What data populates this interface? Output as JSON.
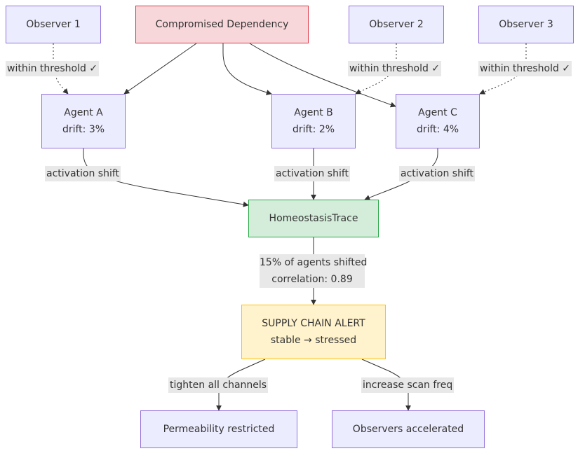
{
  "nodes": {
    "observer1": "Observer 1",
    "observer2": "Observer 2",
    "observer3": "Observer 3",
    "dependency": "Compromised Dependency",
    "agentA": {
      "name": "Agent A",
      "drift": "drift: 3%"
    },
    "agentB": {
      "name": "Agent B",
      "drift": "drift: 2%"
    },
    "agentC": {
      "name": "Agent C",
      "drift": "drift: 4%"
    },
    "trace": "HomeostasisTrace",
    "alert": {
      "line1": "SUPPLY CHAIN ALERT",
      "line2": "stable → stressed"
    },
    "permeability": "Permeability restricted",
    "observers_acc": "Observers accelerated"
  },
  "edge_labels": {
    "obs1": "within threshold ✓",
    "obs2": "within threshold ✓",
    "obs3": "within threshold ✓",
    "actA": "activation shift",
    "actB": "activation shift",
    "actC": "activation shift",
    "trace_line1": "15% of agents shifted",
    "trace_line2": "correlation: 0.89",
    "tighten": "tighten all channels",
    "scan": "increase scan freq"
  },
  "colors": {
    "default_fill": "#ECECFF",
    "default_stroke": "#9370DB",
    "compromised_fill": "#F8D7DA",
    "compromised_stroke": "#DC3545",
    "trace_fill": "#D4EDDA",
    "trace_stroke": "#28A745",
    "alert_fill": "#FFF3CD",
    "alert_stroke": "#FFC107",
    "edge": "#333333",
    "label_bg": "#e8e8e8"
  }
}
